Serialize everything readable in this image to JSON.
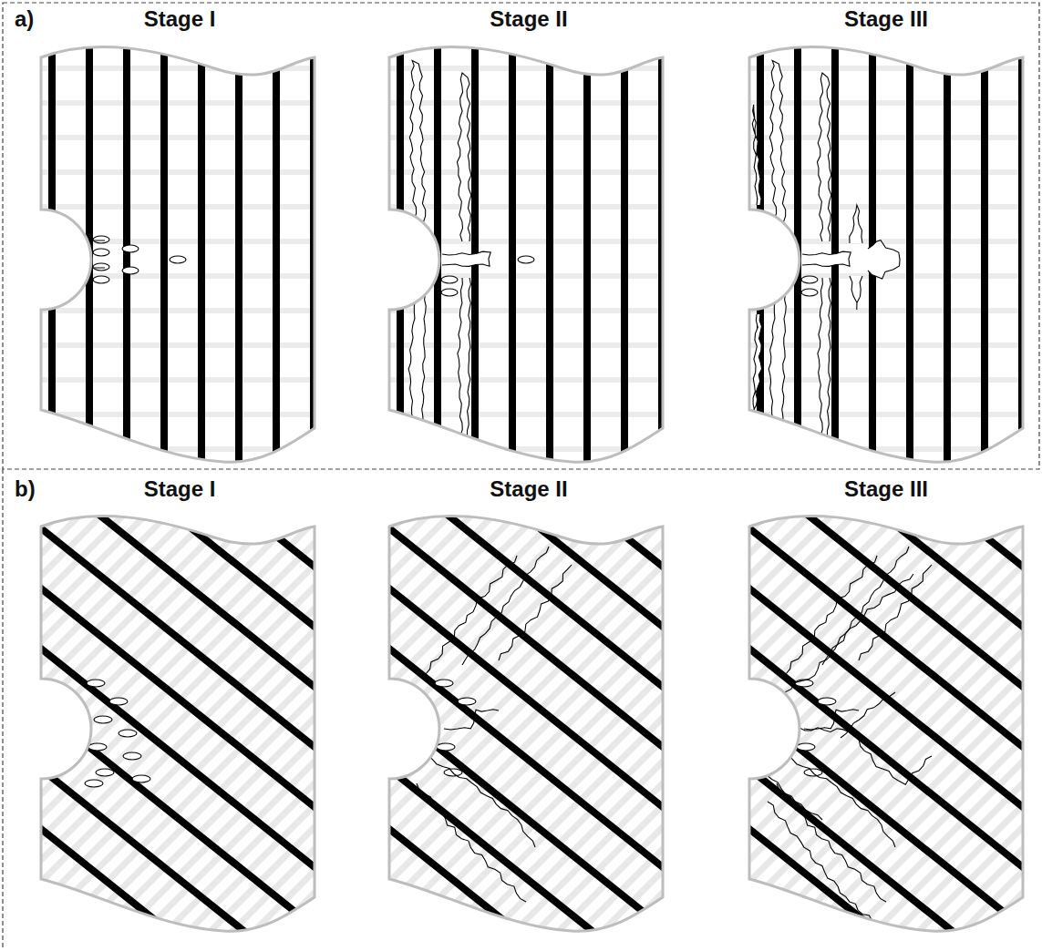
{
  "diagram": {
    "labels": [
      "a)",
      "Stage I",
      "Stage II",
      "Stage III",
      "b)",
      "Stage I",
      "Stage II",
      "Stage III"
    ]
  }
}
